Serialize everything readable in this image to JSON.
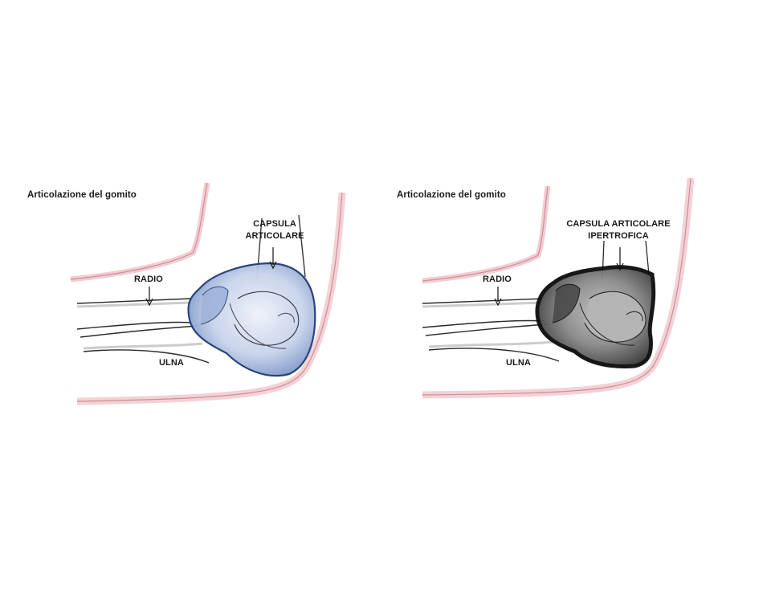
{
  "panels": [
    {
      "title": "Articolazione del gomito",
      "labels": {
        "radius": "RADIO",
        "ulna": "ULNA",
        "capsule_line1": "CAPSULA",
        "capsule_line2": "ARTICOLARE"
      },
      "colors": {
        "capsule_stroke": "#1d3a78",
        "capsule_fill": "#b9c9e4",
        "skin": "#e9a3ad"
      }
    },
    {
      "title": "Articolazione del gomito",
      "labels": {
        "radius": "RADIO",
        "ulna": "ULNA",
        "capsule_line1": "CAPSULA ARTICOLARE",
        "capsule_line2": "IPERTROFICA"
      },
      "colors": {
        "capsule_stroke": "#0b0b0b",
        "capsule_fill": "#6e6e6e",
        "skin": "#e9a3ad"
      }
    }
  ]
}
